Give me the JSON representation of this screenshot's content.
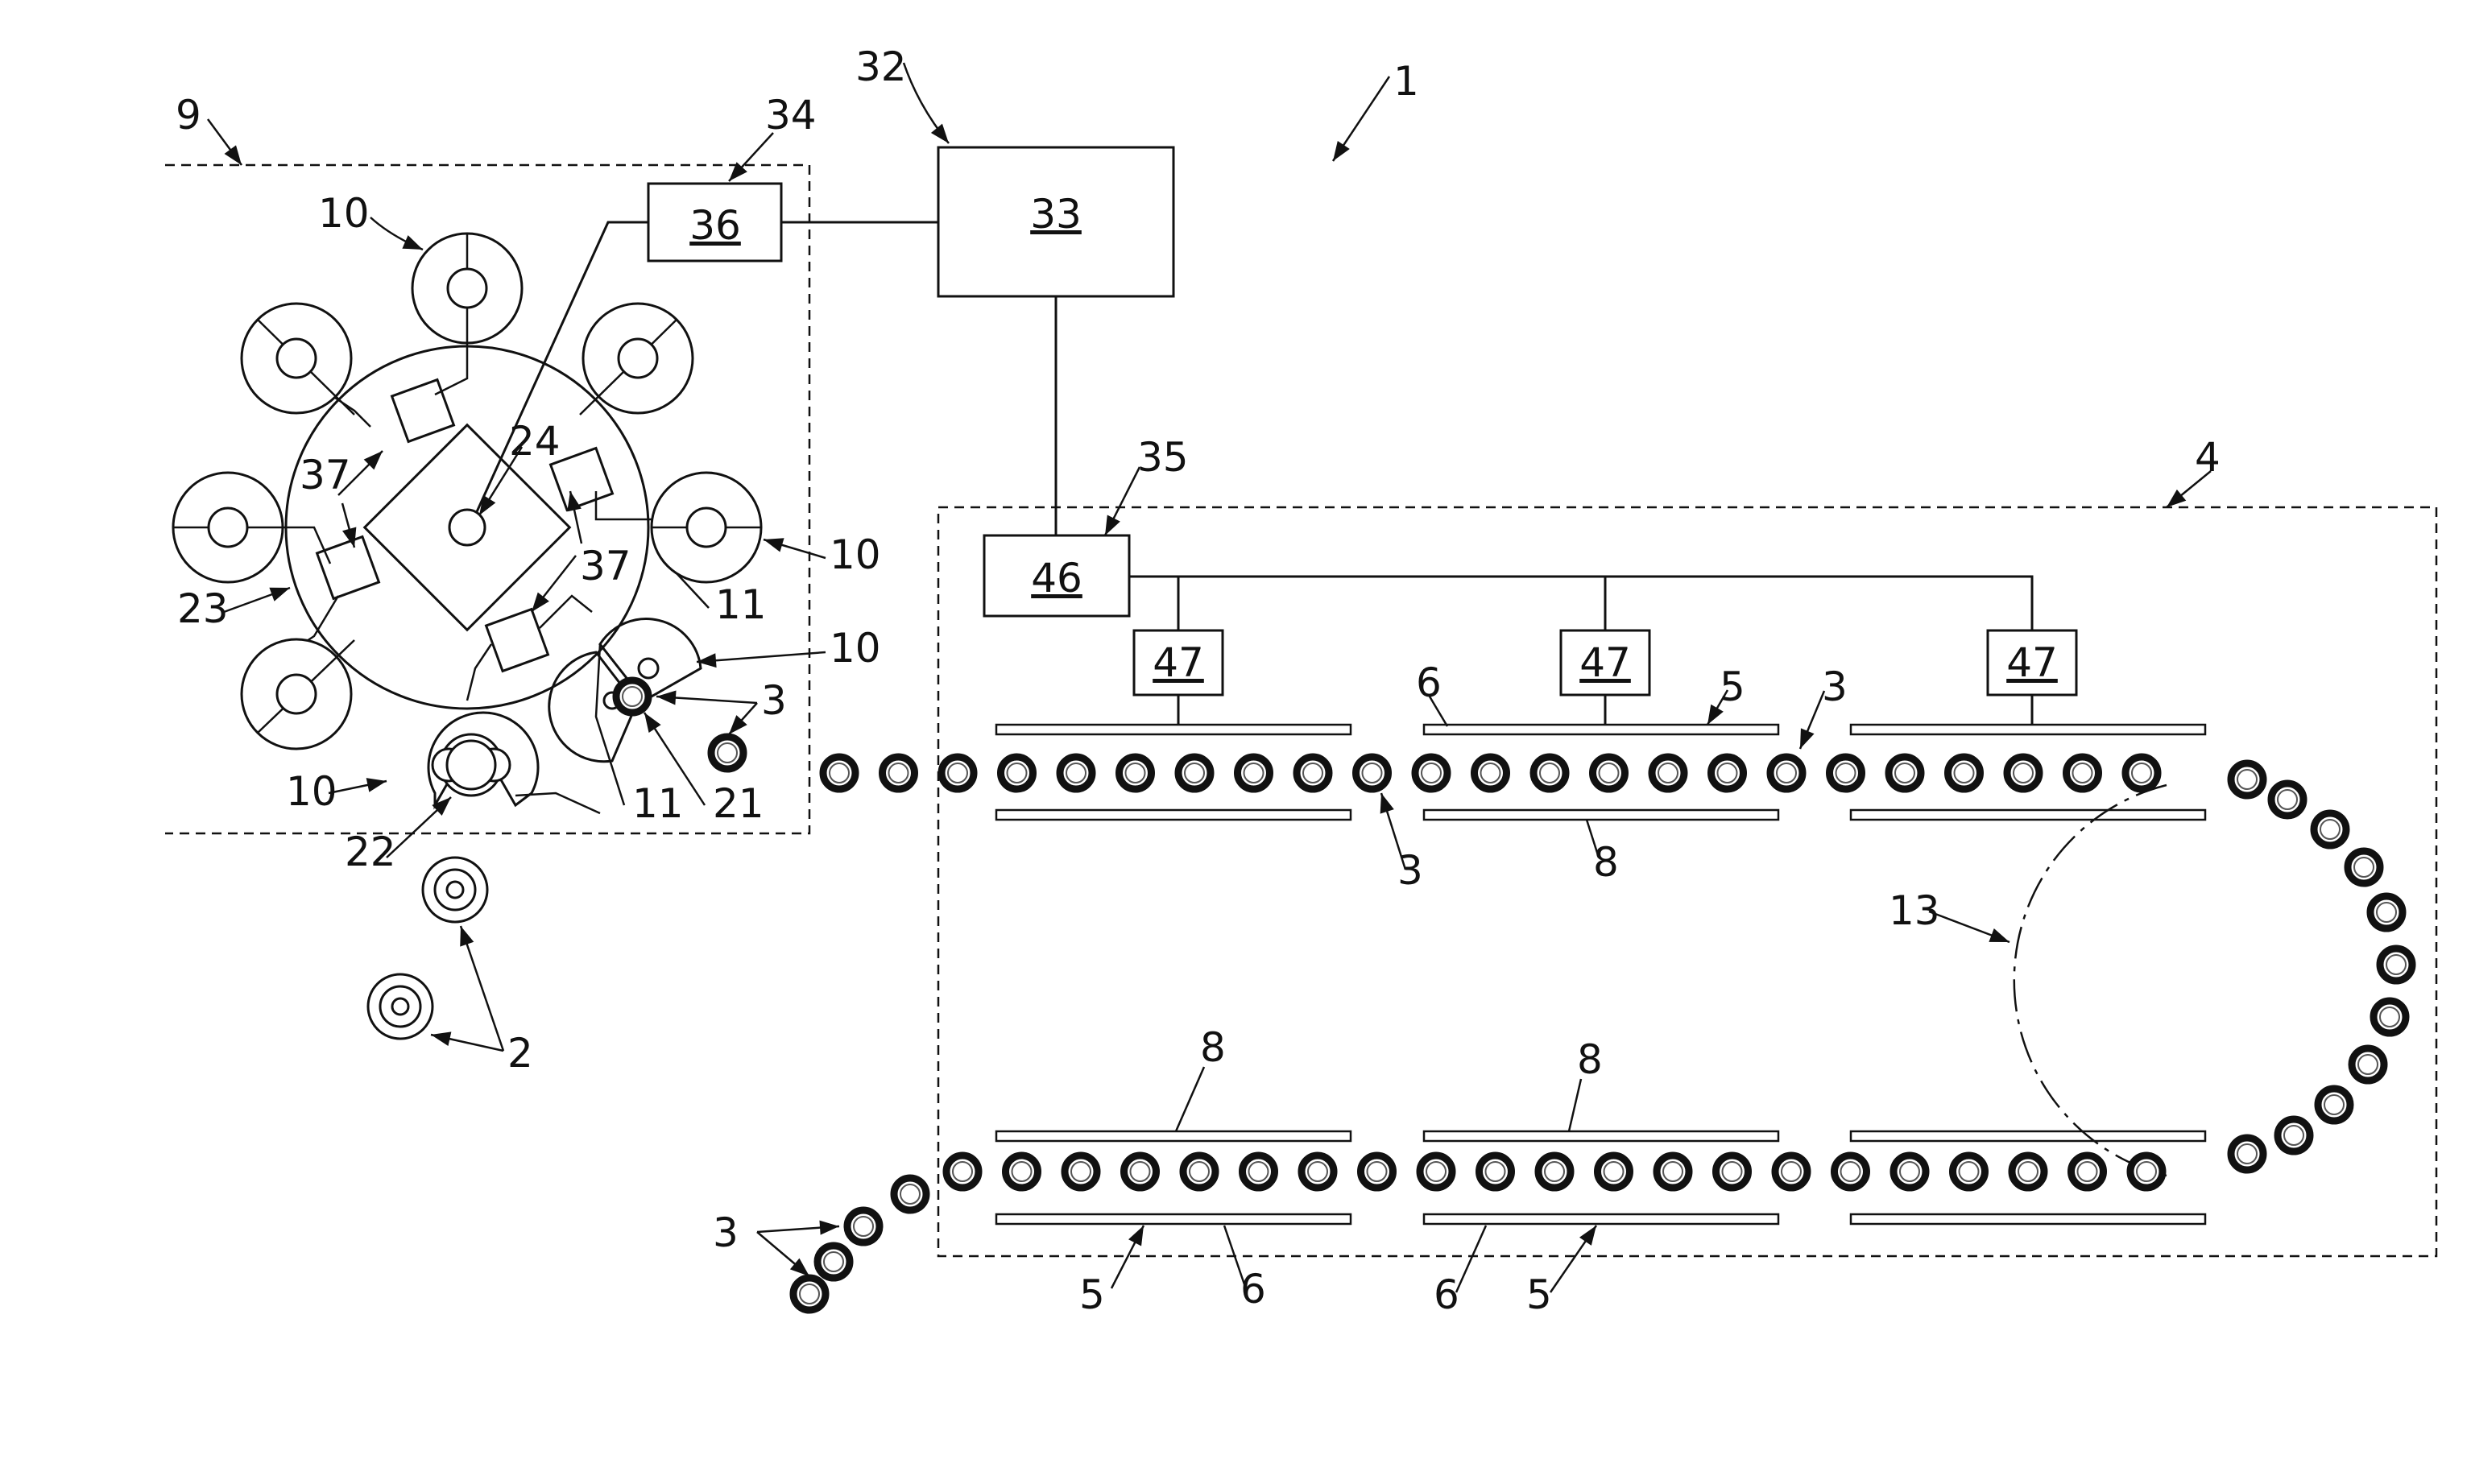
{
  "figure": {
    "reference_numerals": {
      "system": "1",
      "product": "2",
      "preform": "3",
      "oven": "4",
      "heating_module": "5",
      "reflector": "6",
      "rail": "8",
      "filling_machine": "9",
      "mould_station": "10",
      "mould": "11",
      "turnaround": "13",
      "stretch_rod": "21",
      "closed_mould": "22",
      "carousel": "23",
      "hub": "24",
      "control_system": "32",
      "controller": "33",
      "machine_controller_group": "34",
      "oven_controller_group": "35",
      "machine_controller": "36",
      "actuator": "37",
      "oven_controller": "46",
      "heater_controller": "47"
    },
    "boxes": {
      "machine_controller": "36",
      "central_controller": "33",
      "oven_controller": "46",
      "heater_controller": "47"
    }
  }
}
